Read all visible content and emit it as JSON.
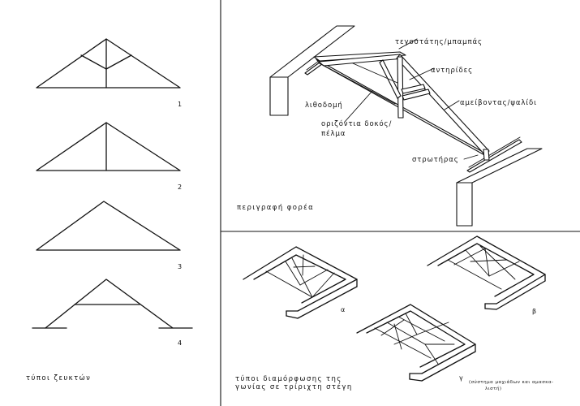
{
  "left_panel": {
    "truss_numbers": [
      "1",
      "2",
      "3",
      "4"
    ],
    "caption": "τύποι ζευκτών"
  },
  "top_right_panel": {
    "labels": {
      "ridge": "τεγοστάτης/μπαμπάς",
      "struts": "αντηρίδες",
      "rafter": "αμείβοντας/ψαλίδι",
      "masonry": "λιθοδομή",
      "tie_beam_line1": "οριζόντια δοκός/",
      "tie_beam_line2": "πέλμα",
      "wall_plate": "στρωτήρας"
    },
    "caption": "περιγραφή φορέα"
  },
  "bottom_right_panel": {
    "variant_labels": [
      "α",
      "β",
      "γ"
    ],
    "variant_gamma_note_line1": "(σύστημα μαχιάδων και αμασκα-",
    "variant_gamma_note_line2": "λιστή)",
    "caption_line1": "τύποι διαμόρφωσης της",
    "caption_line2": "γωνίας σε τρίριχτη στέγη"
  }
}
